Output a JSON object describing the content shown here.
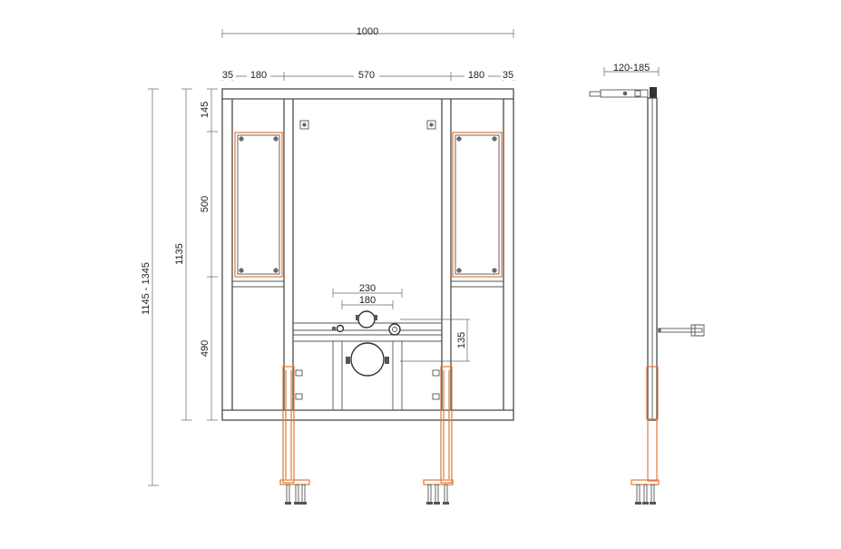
{
  "dimensions": {
    "overall_width": "1000",
    "seg_left_edge": "35",
    "seg_left_bay": "180",
    "seg_center": "570",
    "seg_right_bay": "180",
    "seg_right_edge": "35",
    "depth_range": "120-185",
    "top_offset": "145",
    "bay_height": "500",
    "lower_height": "490",
    "frame_height": "1135",
    "total_height_range": "1145 - 1345",
    "pipe_spacing_outer": "230",
    "pipe_spacing_inner": "180",
    "pipe_offset": "135"
  },
  "colors": {
    "frame": "#4a4a4a",
    "adjustable_legs": "#e07a3a",
    "dimension_lines": "#666666"
  }
}
